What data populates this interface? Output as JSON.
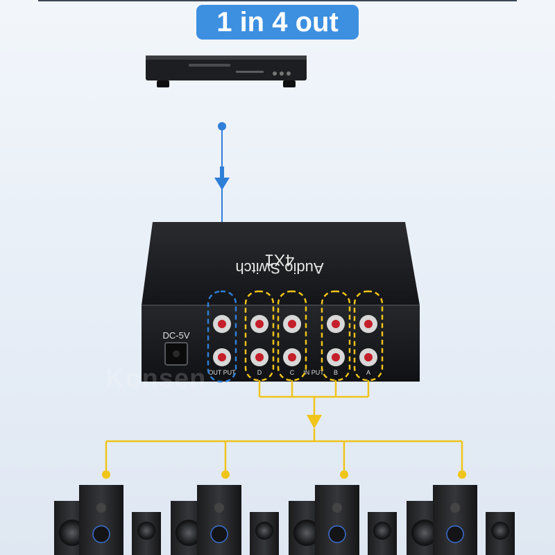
{
  "banner": {
    "title": "1 in 4 out"
  },
  "device": {
    "name": "Audio Switch",
    "model": "4X1",
    "power_label": "DC-5V",
    "output_label": "OUT PUT",
    "input_label": "IN PUT",
    "channel_labels": [
      "D",
      "C",
      "B",
      "A"
    ]
  },
  "watermark": "Konsen",
  "colors": {
    "accent_blue": "#2f7ed8",
    "accent_yellow": "#f0c419",
    "badge": "#3d8fe0",
    "box": "#1b1c1f"
  },
  "speakers_count_shown": 4
}
